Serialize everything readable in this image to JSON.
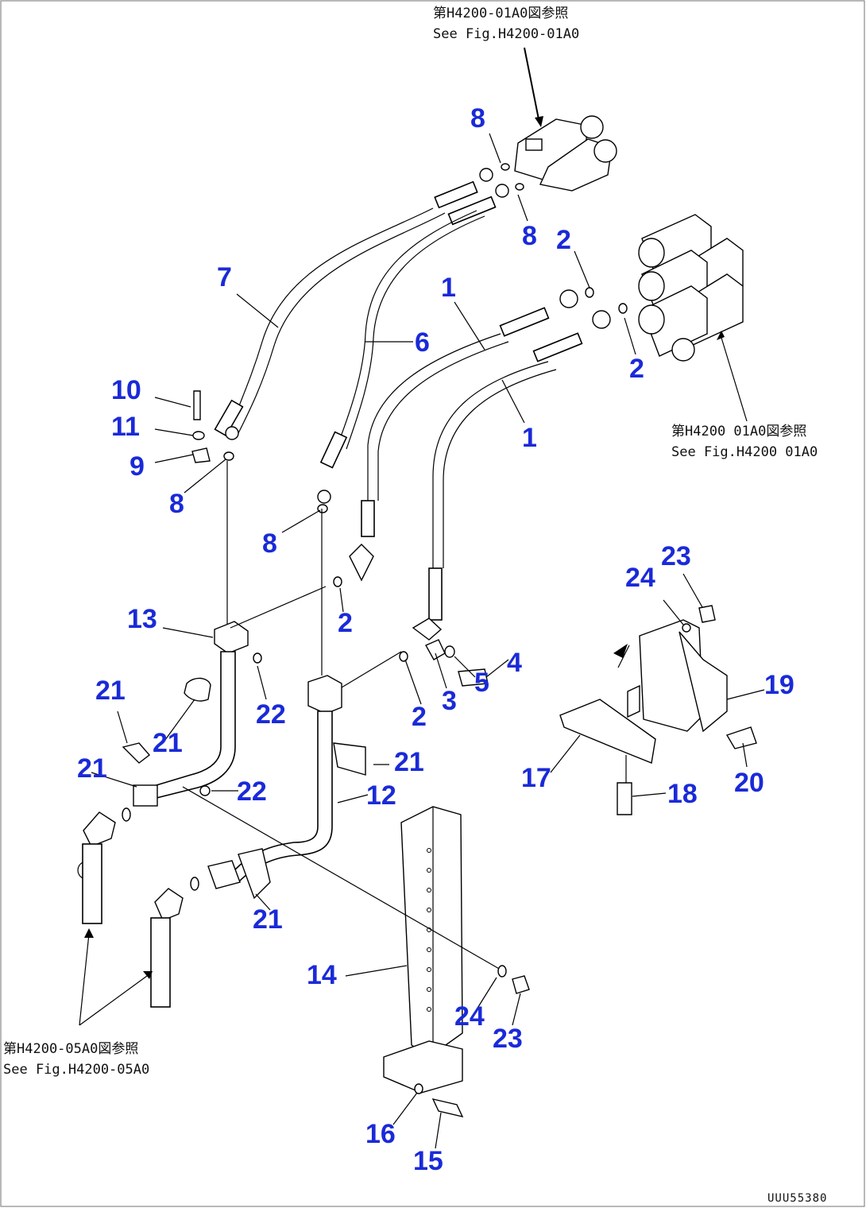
{
  "references": [
    {
      "jp": "第H4200-01A0図参照",
      "en": "See Fig.H4200-01A0"
    },
    {
      "jp": "第H4200 01A0図参照",
      "en": "See Fig.H4200 01A0"
    },
    {
      "jp": "第H4200-05A0図参照",
      "en": "See Fig.H4200-05A0"
    }
  ],
  "callouts": [
    {
      "id": "p8a",
      "label": "8"
    },
    {
      "id": "p8b",
      "label": "8"
    },
    {
      "id": "p2a",
      "label": "2"
    },
    {
      "id": "p1a",
      "label": "1"
    },
    {
      "id": "p7",
      "label": "7"
    },
    {
      "id": "p6",
      "label": "6"
    },
    {
      "id": "p2b",
      "label": "2"
    },
    {
      "id": "p1b",
      "label": "1"
    },
    {
      "id": "p10",
      "label": "10"
    },
    {
      "id": "p11",
      "label": "11"
    },
    {
      "id": "p9",
      "label": "9"
    },
    {
      "id": "p8c",
      "label": "8"
    },
    {
      "id": "p8d",
      "label": "8"
    },
    {
      "id": "p13",
      "label": "13"
    },
    {
      "id": "p2c",
      "label": "2"
    },
    {
      "id": "p4",
      "label": "4"
    },
    {
      "id": "p5",
      "label": "5"
    },
    {
      "id": "p3",
      "label": "3"
    },
    {
      "id": "p2d",
      "label": "2"
    },
    {
      "id": "p21a",
      "label": "21"
    },
    {
      "id": "p22a",
      "label": "22"
    },
    {
      "id": "p21b",
      "label": "21"
    },
    {
      "id": "p21c",
      "label": "21"
    },
    {
      "id": "p22b",
      "label": "22"
    },
    {
      "id": "p21d",
      "label": "21"
    },
    {
      "id": "p12",
      "label": "12"
    },
    {
      "id": "p21e",
      "label": "21"
    },
    {
      "id": "p14",
      "label": "14"
    },
    {
      "id": "p24a",
      "label": "24"
    },
    {
      "id": "p23a",
      "label": "23"
    },
    {
      "id": "p16",
      "label": "16"
    },
    {
      "id": "p15",
      "label": "15"
    },
    {
      "id": "p24b",
      "label": "24"
    },
    {
      "id": "p23b",
      "label": "23"
    },
    {
      "id": "p19",
      "label": "19"
    },
    {
      "id": "p17",
      "label": "17"
    },
    {
      "id": "p18",
      "label": "18"
    },
    {
      "id": "p20",
      "label": "20"
    }
  ],
  "drawing_code": "UUU55380"
}
